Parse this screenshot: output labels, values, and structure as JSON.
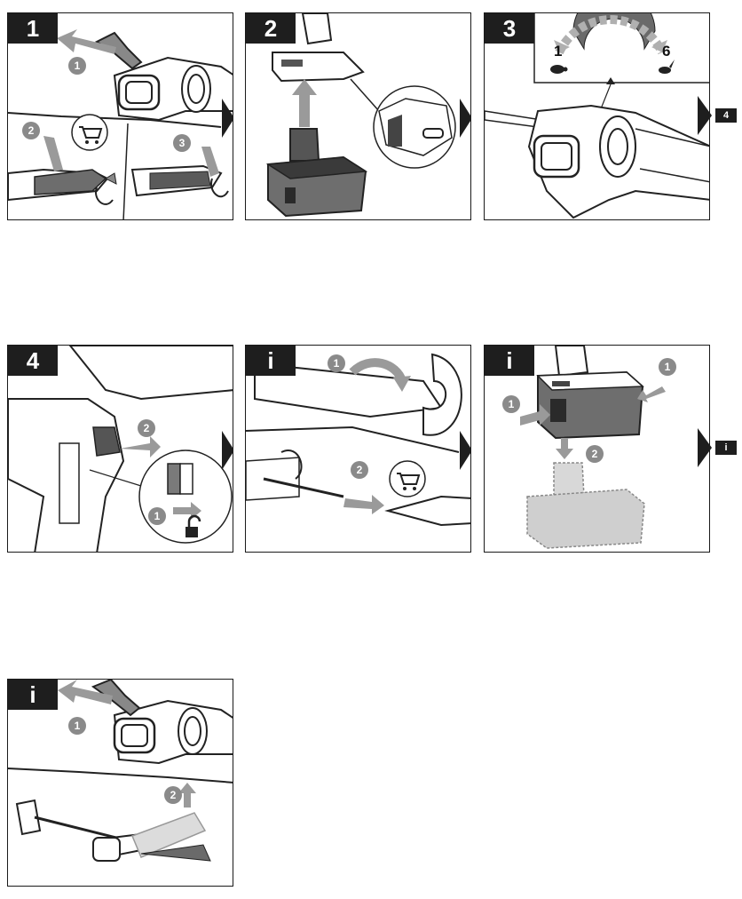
{
  "panels": [
    {
      "label": "1",
      "callouts": [
        "1",
        "2",
        "3"
      ]
    },
    {
      "label": "2",
      "callouts": []
    },
    {
      "label": "3",
      "callouts": [],
      "speed_min": "1",
      "speed_max": "6"
    },
    {
      "label": "4",
      "callouts": [
        "1",
        "2"
      ]
    },
    {
      "label": "i",
      "callouts": [
        "1",
        "2"
      ]
    },
    {
      "label": "i",
      "callouts": [
        "1",
        "1",
        "2"
      ]
    },
    {
      "label": "i",
      "callouts": [
        "1",
        "2"
      ]
    }
  ],
  "side_refs": {
    "row1": "4",
    "row2": "i"
  },
  "icons": [
    "cart-icon",
    "turtle-icon",
    "rabbit-icon",
    "unlock-icon"
  ],
  "colors": {
    "ink": "#1e1e1e",
    "callout_gray": "#8a8a8a",
    "arrow_gray": "#9a9a9a",
    "battery_gray": "#6e6e6e"
  }
}
